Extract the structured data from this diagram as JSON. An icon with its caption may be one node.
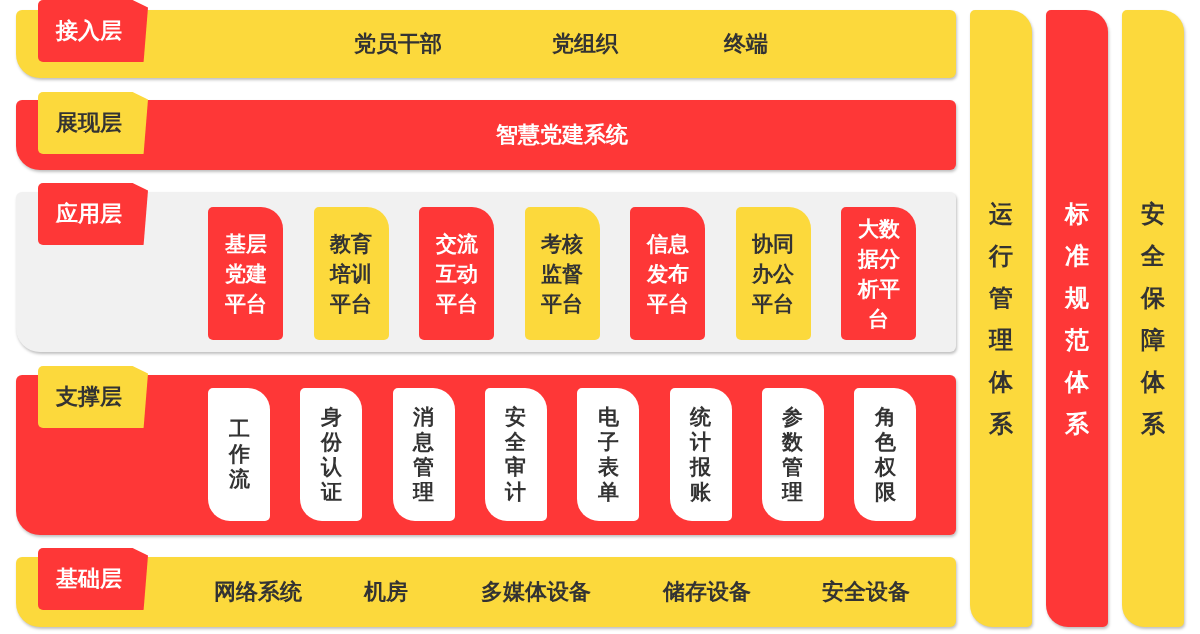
{
  "diagram": {
    "nodes": [
      {
        "text": [
          "党员干部",
          "党组织",
          "终端"
        ]
      },
      {
        "text": [
          "接入层"
        ],
        "in": 0
      },
      {
        "text": [
          "智慧党建系统"
        ]
      },
      {
        "text": [
          "展现层"
        ],
        "in": 2
      },
      {
        "text": [],
        "shape": "box"
      },
      {
        "text": [
          "应用层"
        ],
        "in": 4
      },
      {
        "text": [
          "基层党建平台"
        ],
        "in": 4
      },
      {
        "text": [
          "教育培训平台"
        ],
        "in": 4
      },
      {
        "text": [
          "交流互动平台"
        ],
        "in": 4
      },
      {
        "text": [
          "考核监督平台"
        ],
        "in": 4
      },
      {
        "text": [
          "信息发布平台"
        ],
        "in": 4
      },
      {
        "text": [
          "协同办公平台"
        ],
        "in": 4
      },
      {
        "text": [
          "大数据分析平台"
        ],
        "in": 4
      },
      {
        "text": [],
        "shape": "box"
      },
      {
        "text": [
          "支撑层"
        ],
        "in": 13
      },
      {
        "text": [
          "工作流"
        ],
        "in": 13
      },
      {
        "text": [
          "身份认证"
        ],
        "in": 13
      },
      {
        "text": [
          "消息管理"
        ],
        "in": 13
      },
      {
        "text": [
          "安全审计"
        ],
        "in": 13
      },
      {
        "text": [
          "电子表单"
        ],
        "in": 13
      },
      {
        "text": [
          "统计报账"
        ],
        "in": 13
      },
      {
        "text": [
          "参数管理"
        ],
        "in": 13
      },
      {
        "text": [
          "角色权限"
        ],
        "in": 13
      },
      {
        "text": [
          "网络系统",
          "机房",
          "多媒体设备",
          "储存设备",
          "安全设备"
        ]
      },
      {
        "text": [
          "基础层"
        ],
        "in": 23
      },
      {
        "text": [
          "运行管理体系"
        ]
      },
      {
        "text": [
          "标准规范体系"
        ]
      },
      {
        "text": [
          "安全保障体系"
        ]
      }
    ]
  }
}
